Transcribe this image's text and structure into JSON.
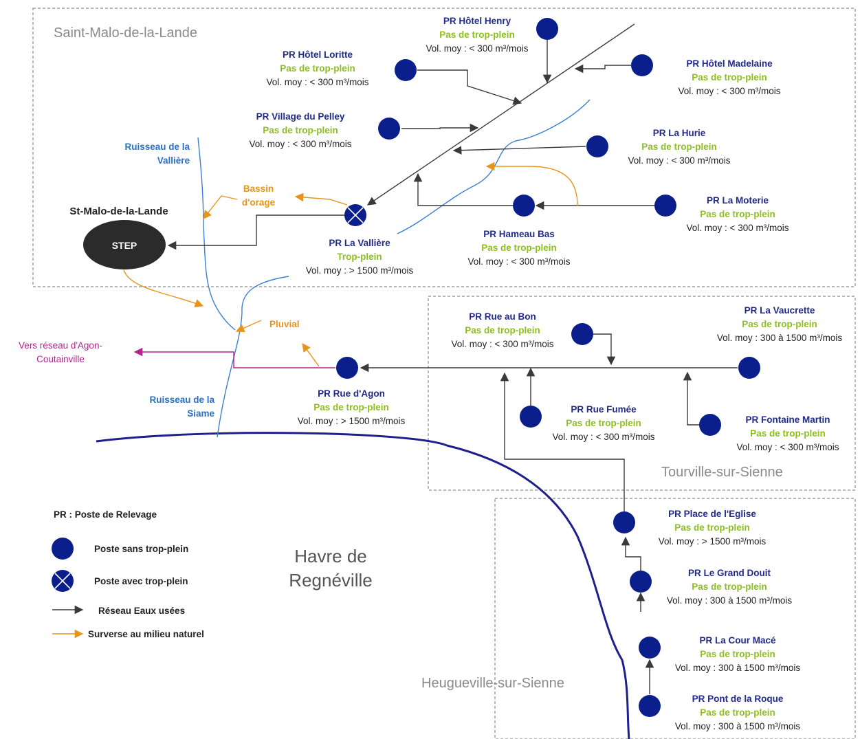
{
  "zones": {
    "saint_malo": "Saint-Malo-de-la-Lande",
    "tourville": "Tourville-sur-Sienne",
    "heugueville": "Heugueville-sur-Sienne"
  },
  "step": {
    "town": "St-Malo-de-la-Lande",
    "label": "STEP"
  },
  "labels": {
    "ruisseau_valliere": [
      "Ruisseau de la",
      "Vallière"
    ],
    "ruisseau_siame": [
      "Ruisseau de la",
      "Siame"
    ],
    "bassin": [
      "Bassin",
      "d'orage"
    ],
    "pluvial": "Pluvial",
    "vers_agon": [
      "Vers réseau d'Agon-",
      "Coutainville"
    ],
    "havre": [
      "Havre de",
      "Regnéville"
    ]
  },
  "stations": [
    {
      "id": "henry",
      "name": "PR Hôtel Henry",
      "status": "Pas de trop-plein",
      "vol": "Vol. moy : < 300 m³/mois",
      "overflow": false
    },
    {
      "id": "loritte",
      "name": "PR Hôtel Loritte",
      "status": "Pas de trop-plein",
      "vol": "Vol. moy : < 300 m³/mois",
      "overflow": false
    },
    {
      "id": "madelaine",
      "name": "PR Hôtel Madelaine",
      "status": "Pas de trop-plein",
      "vol": "Vol. moy : < 300 m³/mois",
      "overflow": false
    },
    {
      "id": "pelley",
      "name": "PR Village du Pelley",
      "status": "Pas de trop-plein",
      "vol": "Vol. moy : < 300 m³/mois",
      "overflow": false
    },
    {
      "id": "hurie",
      "name": "PR La Hurie",
      "status": "Pas de trop-plein",
      "vol": "Vol. moy : < 300 m³/mois",
      "overflow": false
    },
    {
      "id": "moterie",
      "name": "PR La Moterie",
      "status": "Pas de trop-plein",
      "vol": "Vol. moy : < 300 m³/mois",
      "overflow": false
    },
    {
      "id": "hameau",
      "name": "PR Hameau Bas",
      "status": "Pas de trop-plein",
      "vol": "Vol. moy : < 300 m³/mois",
      "overflow": false
    },
    {
      "id": "valliere",
      "name": "PR La Vallière",
      "status": "Trop-plein",
      "vol": "Vol. moy : > 1500 m³/mois",
      "overflow": true
    },
    {
      "id": "ruebon",
      "name": "PR Rue au Bon",
      "status": "Pas de trop-plein",
      "vol": "Vol. moy : < 300 m³/mois",
      "overflow": false
    },
    {
      "id": "vaucrette",
      "name": "PR La Vaucrette",
      "status": "Pas de trop-plein",
      "vol": "Vol. moy : 300 à 1500 m³/mois",
      "overflow": false
    },
    {
      "id": "agon",
      "name": "PR Rue d'Agon",
      "status": "Pas de trop-plein",
      "vol": "Vol. moy : > 1500 m³/mois",
      "overflow": false
    },
    {
      "id": "fumee",
      "name": "PR Rue Fumée",
      "status": "Pas de trop-plein",
      "vol": "Vol. moy : < 300 m³/mois",
      "overflow": false
    },
    {
      "id": "fontaine",
      "name": "PR Fontaine Martin",
      "status": "Pas de trop-plein",
      "vol": "Vol. moy : < 300 m³/mois",
      "overflow": false
    },
    {
      "id": "eglise",
      "name": "PR Place de l'Eglise",
      "status": "Pas de trop-plein",
      "vol": "Vol. moy : > 1500 m³/mois",
      "overflow": false
    },
    {
      "id": "douit",
      "name": "PR Le Grand Douit",
      "status": "Pas de trop-plein",
      "vol": "Vol. moy : 300 à 1500 m³/mois",
      "overflow": false
    },
    {
      "id": "cour",
      "name": "PR La Cour Macé",
      "status": "Pas de trop-plein",
      "vol": "Vol. moy : 300 à 1500 m³/mois",
      "overflow": false
    },
    {
      "id": "roque",
      "name": "PR Pont de la Roque",
      "status": "Pas de trop-plein",
      "vol": "Vol. moy : 300 à 1500 m³/mois",
      "overflow": false
    }
  ],
  "legend": {
    "title": "PR : Poste de Relevage",
    "items": [
      {
        "icon": "station-dot-icon",
        "label": "Poste sans trop-plein"
      },
      {
        "icon": "station-overflow-icon",
        "label": "Poste avec trop-plein"
      },
      {
        "icon": "black-arrow-icon",
        "label": "Réseau Eaux usées"
      },
      {
        "icon": "orange-arrow-icon",
        "label": "Surverse au milieu naturel"
      }
    ]
  },
  "colors": {
    "station": "#0b1f8c",
    "name_text": "#1f2a8a",
    "status_text": "#8cbf1f",
    "overflow": "#e8941a",
    "stream": "#3a7fd0",
    "sea_line": "#1e1e8c",
    "export": "#b4248e"
  }
}
